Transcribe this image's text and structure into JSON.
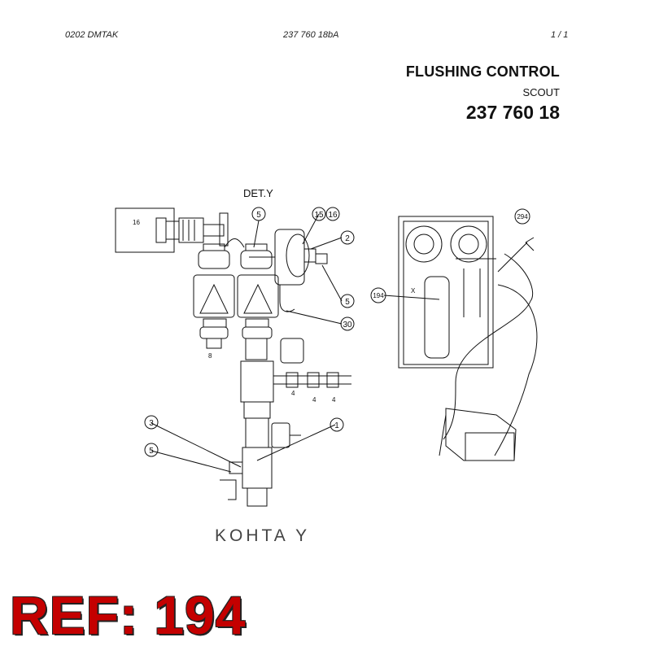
{
  "header": {
    "left": "0202   DMTAK",
    "center": "237 760 18bA",
    "right": "1 /   1"
  },
  "title_block": {
    "title": "FLUSHING CONTROL",
    "subtitle": "SCOUT",
    "part_number": "237 760 18"
  },
  "diagram": {
    "detail_label": "DET.Y",
    "section_label": "KOHTA  Y",
    "callouts": [
      "5",
      "15",
      "16",
      "2",
      "5",
      "30",
      "3",
      "1",
      "5",
      "294",
      "194"
    ],
    "part_labels": [
      "16",
      "8",
      "4",
      "4",
      "4",
      "X"
    ]
  },
  "reference": "REF: 194"
}
